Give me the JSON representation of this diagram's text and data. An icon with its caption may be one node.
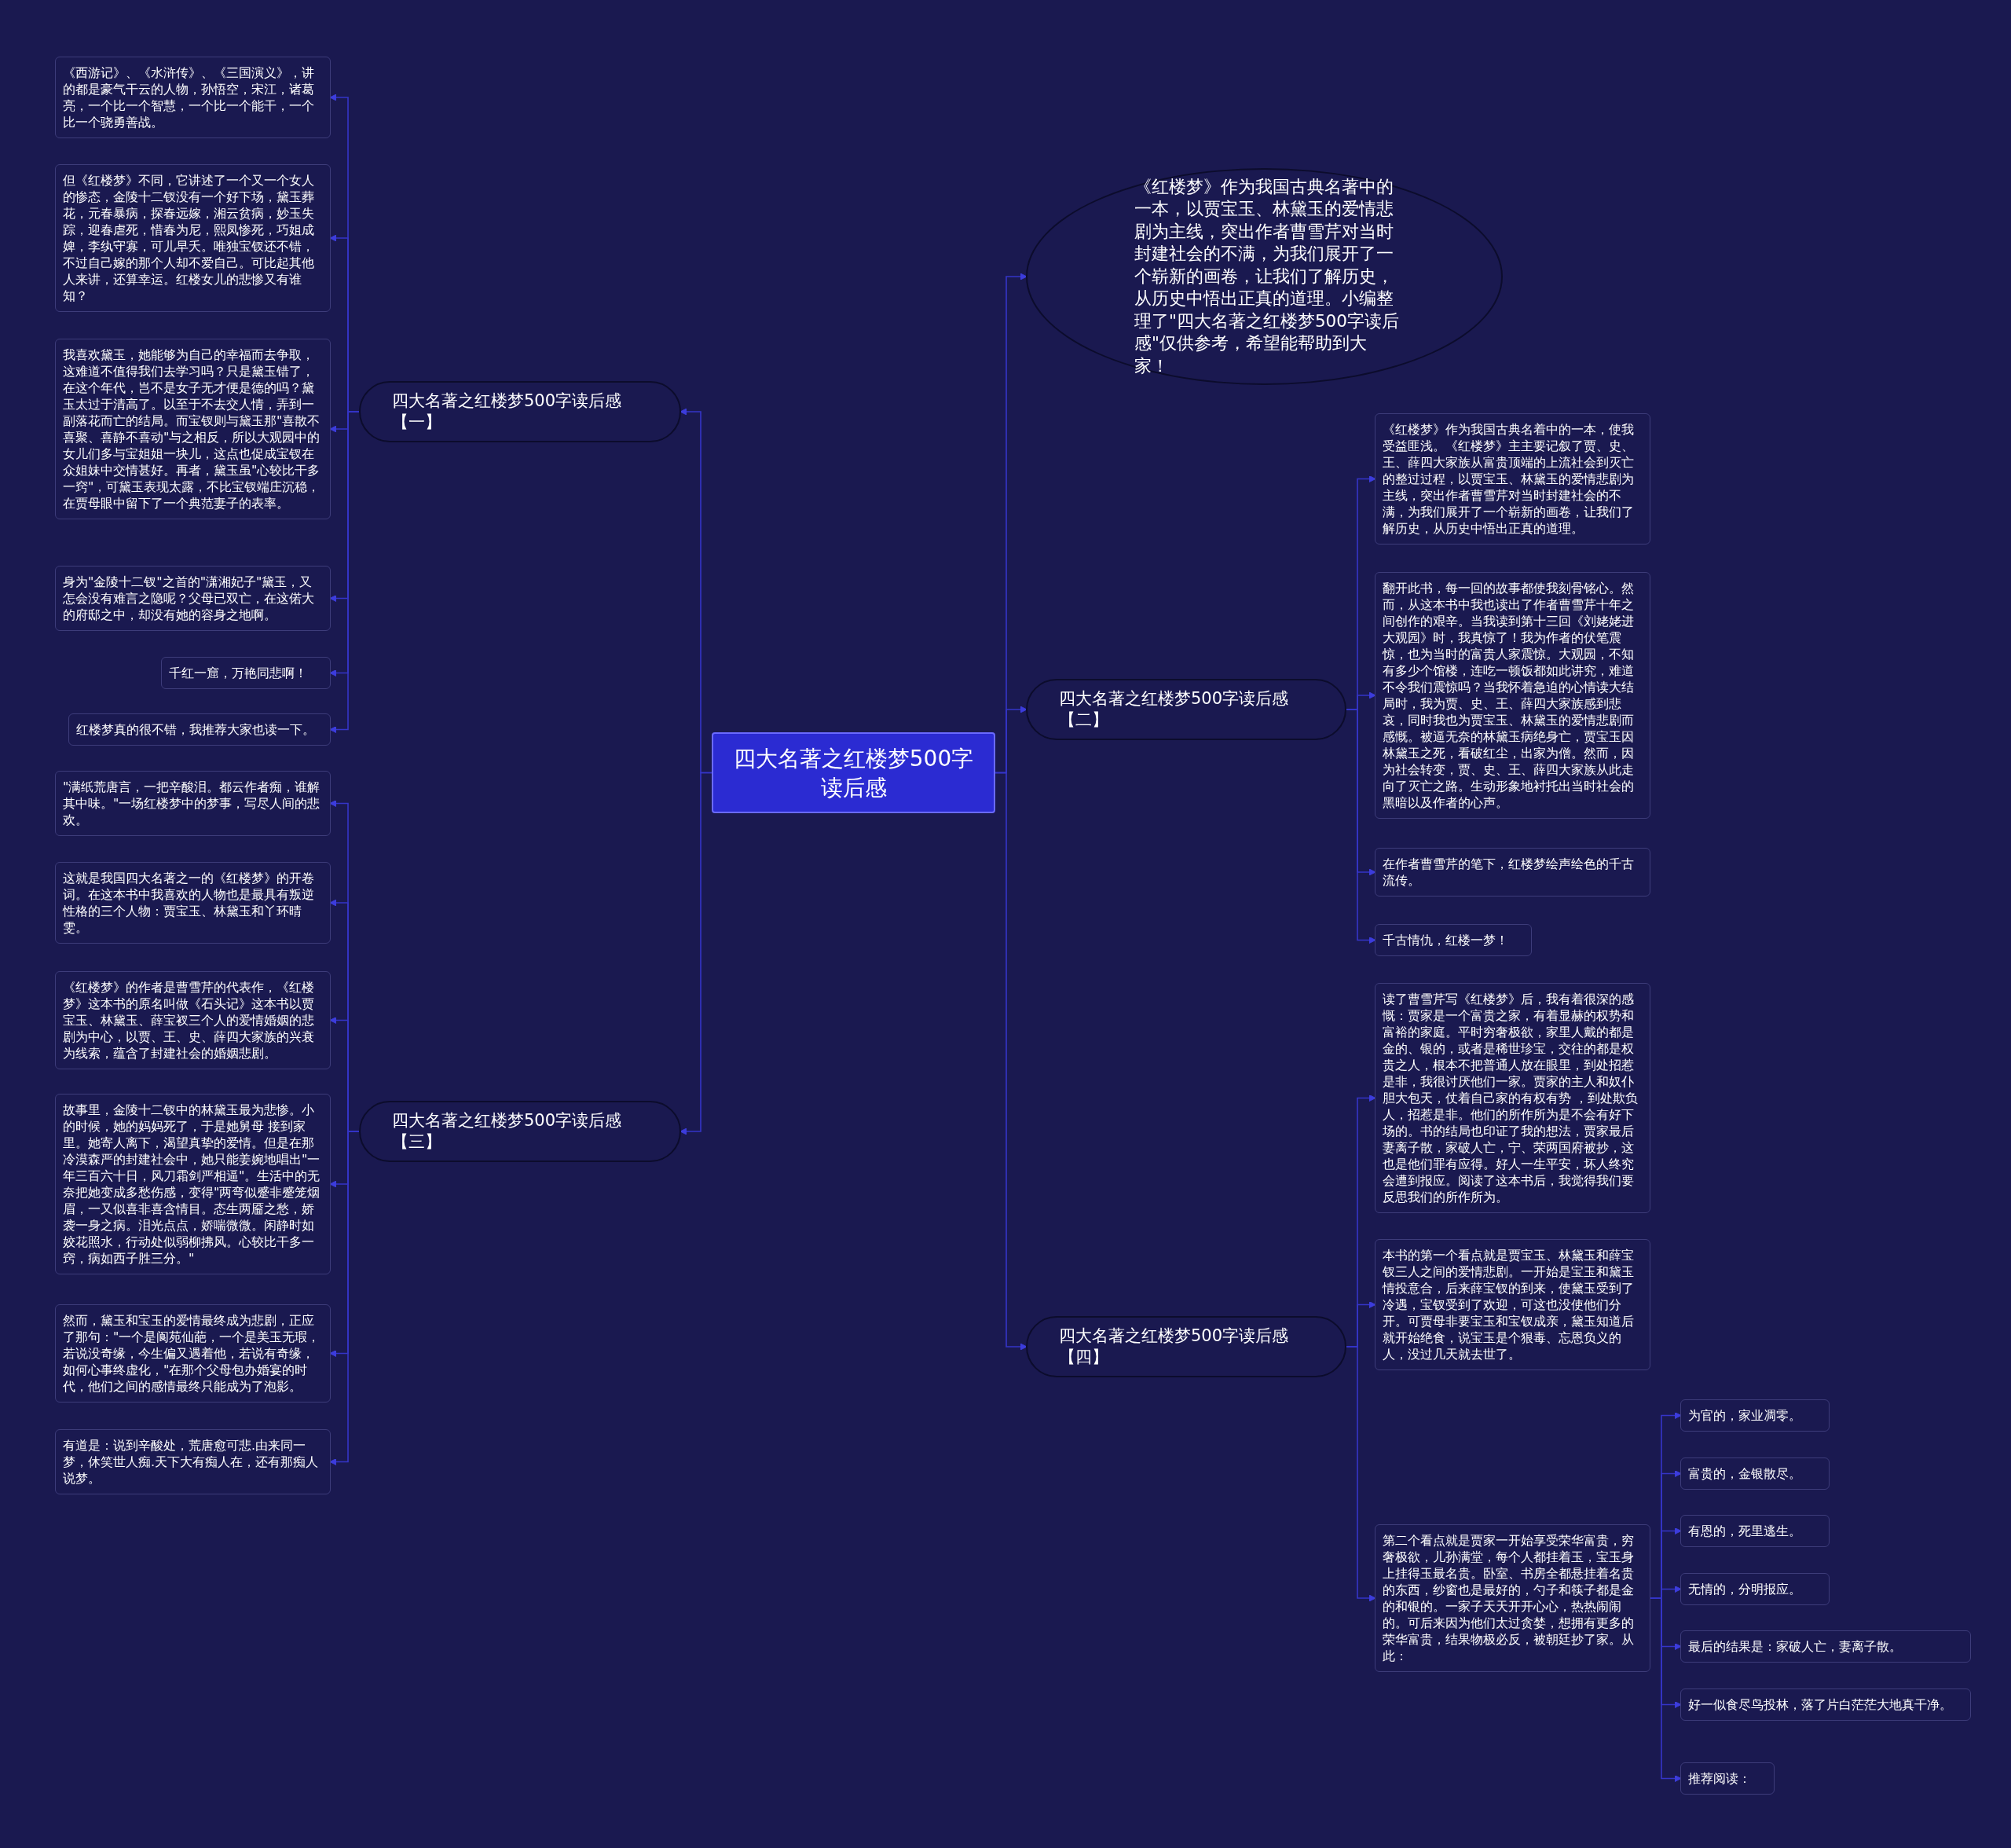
{
  "diagram": {
    "nodes": [
      {
        "text": [
          "四大名著之红楼梦500字读后感"
        ]
      },
      {
        "text": [
          "四大名著之红楼梦500字读后感【一】"
        ]
      },
      {
        "text": [
          "《西游记》、《水浒传》、《三国演义》，讲的都是豪气干云的人物，孙悟空，宋江，诸葛亮，一个比一个智慧，一个比一个能干，一个比一个骁勇善战。"
        ]
      },
      {
        "text": [
          "但《红楼梦》不同，它讲述了一个又一个女人的惨态，金陵十二钗没有一个好下场，黛玉葬花，元春暴病，探春远嫁，湘云贫病，妙玉失踪，迎春虐死，惜春为尼，熙凤惨死，巧姐成婢，李纨守寡，可儿早夭。唯独宝钗还不错，不过自己嫁的那个人却不爱自己。可比起其他人来讲，还算幸运。红楼女儿的悲惨又有谁知？"
        ]
      },
      {
        "text": [
          "我喜欢黛玉，她能够为自己的幸福而去争取，这难道不值得我们去学习吗？只是黛玉错了，在这个年代，岂不是女子无才便是德的吗？黛玉太过于清高了。以至于不去交人情，弄到一副落花而亡的结局。而宝钗则与黛玉那\"喜散不喜聚、喜静不喜动\"与之相反，所以大观园中的女儿们多与宝姐姐一块儿，这点也促成宝钗在众姐妹中交情甚好。再者，黛玉虽\"心较比干多一窍\"，可黛玉表现太露，不比宝钗端庄沉稳，在贾母眼中留下了一个典范妻子的表率。"
        ]
      },
      {
        "text": [
          "身为\"金陵十二钗\"之首的\"潇湘妃子\"黛玉，又怎会没有难言之隐呢？父母已双亡，在这偌大的府邸之中，却没有她的容身之地啊。"
        ]
      },
      {
        "text": [
          "千红一窟，万艳同悲啊！"
        ]
      },
      {
        "text": [
          "红楼梦真的很不错，我推荐大家也读一下。"
        ]
      },
      {
        "text": [
          "四大名著之红楼梦500字读后感【三】"
        ]
      },
      {
        "text": [
          "\"满纸荒唐言，一把辛酸泪。都云作者痴，谁解其中味。\"一场红楼梦中的梦事，写尽人间的悲欢。"
        ]
      },
      {
        "text": [
          "这就是我国四大名著之一的《红楼梦》的开卷词。在这本书中我喜欢的人物也是最具有叛逆性格的三个人物：贾宝玉、林黛玉和丫环晴雯。"
        ]
      },
      {
        "text": [
          "《红楼梦》的作者是曹雪芹的代表作，《红楼梦》这本书的原名叫做《石头记》这本书以贾宝玉、林黛玉、薛宝衩三个人的爱情婚姻的悲剧为中心，以贾、王、史、薛四大家族的兴衰为线索，蕴含了封建社会的婚姻悲剧。"
        ]
      },
      {
        "text": [
          "故事里，金陵十二钗中的林黛玉最为悲惨。小的时候，她的妈妈死了，于是她舅母 接到家里。她寄人离下，渴望真挚的爱情。但是在那冷漠森严的封建社会中，她只能姜婉地唱出\"一年三百六十日，风刀霜剑严相逼\"。生活中的无奈把她变成多愁伤感，变得\"两弯似蹙非蹙笼烟眉，一又似喜非喜含情目。态生两靥之愁，娇袭一身之病。泪光点点，娇喘微微。闲静时如姣花照水，行动处似弱柳拂风。心较比干多一窍，病如西子胜三分。\""
        ]
      },
      {
        "text": [
          "然而，黛玉和宝玉的爱情最终成为悲剧，正应了那句：\"一个是阆苑仙葩，一个是美玉无瑕，若说没奇缘，今生偏又遇着他，若说有奇缘，如何心事终虚化，\"在那个父母包办婚宴的时代，他们之间的感情最终只能成为了泡影。"
        ]
      },
      {
        "text": [
          "有道是：说到辛酸处，荒唐愈可悲.由来同一梦，休笑世人痴.天下大有痴人在，还有那痴人说梦。"
        ]
      },
      {
        "text": [
          "《红楼梦》作为我国古典名著中的一本，以贾宝玉、林黛玉的爱情悲剧为主线，突出作者曹雪芹对当时封建社会的不满，为我们展开了一个崭新的画卷，让我们了解历史，从历史中悟出正真的道理。小编整理了\"四大名著之红楼梦500字读后感\"仅供参考，希望能帮助到大家！"
        ]
      },
      {
        "text": [
          "四大名著之红楼梦500字读后感【二】"
        ]
      },
      {
        "text": [
          "《红楼梦》作为我国古典名着中的一本，使我受益匪浅。《红楼梦》主主要记叙了贾、史、王、薛四大家族从富贵顶端的上流社会到灭亡的整过过程，以贾宝玉、林黛玉的爱情悲剧为主线，突出作者曹雪芹对当时封建社会的不满，为我们展开了一个崭新的画卷，让我们了解历史，从历史中悟出正真的道理。"
        ]
      },
      {
        "text": [
          "翻开此书，每一回的故事都使我刻骨铭心。然而，从这本书中我也读出了作者曹雪芹十年之间创作的艰辛。当我读到第十三回《刘姥姥进大观园》时，我真惊了！我为作者的伏笔震惊，也为当时的富贵人家震惊。大观园，不知有多少个馆楼，连吃一顿饭都如此讲究，难道不令我们震惊吗？当我怀着急迫的心情读大结局时，我为贾、史、王、薛四大家族感到悲哀，同时我也为贾宝玉、林黛玉的爱情悲剧而感慨。被逼无奈的林黛玉病绝身亡，贾宝玉因林黛玉之死，看破红尘，出家为僧。然而，因为社会转变，贾、史、王、薛四大家族从此走向了灭亡之路。生动形象地衬托出当时社会的黑暗以及作者的心声。"
        ]
      },
      {
        "text": [
          "在作者曹雪芹的笔下，红楼梦绘声绘色的千古流传。"
        ]
      },
      {
        "text": [
          "千古情仇，红楼一梦！"
        ]
      },
      {
        "text": [
          "四大名著之红楼梦500字读后感【四】"
        ]
      },
      {
        "text": [
          "读了曹雪芹写《红楼梦》后，我有着很深的感慨：贾家是一个富贵之家，有着显赫的权势和富裕的家庭。平时穷奢极欲，家里人戴的都是金的、银的，或者是稀世珍宝，交往的都是权贵之人，根本不把普通人放在眼里，到处招惹是非，我很讨厌他们一家。贾家的主人和奴仆胆大包天，仗着自己家的有权有势 ，到处欺负人，招惹是非。他们的所作所为是不会有好下场的。书的结局也印证了我的想法，贾家最后妻离子散，家破人亡，宁、荣两国府被抄，这也是他们罪有应得。好人一生平安，坏人终究会遭到报应。阅读了这本书后，我觉得我们要反思我们的所作所为。"
        ]
      },
      {
        "text": [
          "本书的第一个看点就是贾宝玉、林黛玉和薛宝钗三人之间的爱情悲剧。一开始是宝玉和黛玉情投意合，后来薛宝钗的到来，使黛玉受到了冷遇，宝钗受到了欢迎，可这也没使他们分开。可贾母非要宝玉和宝钗成亲，黛玉知道后就开始绝食，说宝玉是个狠毒、忘恩负义的人，没过几天就去世了。"
        ]
      },
      {
        "text": [
          "第二个看点就是贾家一开始享受荣华富贵，穷奢极欲，儿孙满堂，每个人都挂着玉，宝玉身上挂得玉最名贵。卧室、书房全都悬挂着名贵的东西，纱窗也是最好的，勺子和筷子都是金的和银的。一家子天天开开心心，热热闹闹的。可后来因为他们太过贪婪，想拥有更多的荣华富贵，结果物极必反，被朝廷抄了家。从此："
        ]
      },
      {
        "text": [
          "为官的，家业凋零。"
        ]
      },
      {
        "text": [
          "富贵的，金银散尽。"
        ]
      },
      {
        "text": [
          "有恩的，死里逃生。"
        ]
      },
      {
        "text": [
          "无情的，分明报应。"
        ]
      },
      {
        "text": [
          "最后的结果是：家破人亡，妻离子散。"
        ]
      },
      {
        "text": [
          "好一似食尽鸟投林，落了片白茫茫大地真干净。"
        ]
      },
      {
        "text": [
          "推荐阅读："
        ]
      }
    ],
    "edges": [
      {
        "from": 0,
        "to": 1,
        "arrow": "to"
      },
      {
        "from": 0,
        "to": 8,
        "arrow": "to"
      },
      {
        "from": 0,
        "to": 15,
        "arrow": "to"
      },
      {
        "from": 0,
        "to": 16,
        "arrow": "to"
      },
      {
        "from": 0,
        "to": 21,
        "arrow": "to"
      },
      {
        "from": 1,
        "to": 2,
        "arrow": "to"
      },
      {
        "from": 1,
        "to": 3,
        "arrow": "to"
      },
      {
        "from": 1,
        "to": 4,
        "arrow": "to"
      },
      {
        "from": 1,
        "to": 5,
        "arrow": "to"
      },
      {
        "from": 1,
        "to": 6,
        "arrow": "to"
      },
      {
        "from": 1,
        "to": 7,
        "arrow": "to"
      },
      {
        "from": 8,
        "to": 9,
        "arrow": "to"
      },
      {
        "from": 8,
        "to": 10,
        "arrow": "to"
      },
      {
        "from": 8,
        "to": 11,
        "arrow": "to"
      },
      {
        "from": 8,
        "to": 12,
        "arrow": "to"
      },
      {
        "from": 8,
        "to": 13,
        "arrow": "to"
      },
      {
        "from": 8,
        "to": 14,
        "arrow": "to"
      },
      {
        "from": 16,
        "to": 17,
        "arrow": "to"
      },
      {
        "from": 16,
        "to": 18,
        "arrow": "to"
      },
      {
        "from": 16,
        "to": 19,
        "arrow": "to"
      },
      {
        "from": 16,
        "to": 20,
        "arrow": "to"
      },
      {
        "from": 21,
        "to": 22,
        "arrow": "to"
      },
      {
        "from": 21,
        "to": 23,
        "arrow": "to"
      },
      {
        "from": 21,
        "to": 24,
        "arrow": "to"
      },
      {
        "from": 24,
        "to": 25,
        "arrow": "to"
      },
      {
        "from": 24,
        "to": 26,
        "arrow": "to"
      },
      {
        "from": 24,
        "to": 27,
        "arrow": "to"
      },
      {
        "from": 24,
        "to": 28,
        "arrow": "to"
      },
      {
        "from": 24,
        "to": 29,
        "arrow": "to"
      },
      {
        "from": 24,
        "to": 30,
        "arrow": "to"
      },
      {
        "from": 24,
        "to": 31,
        "arrow": "to"
      }
    ]
  }
}
